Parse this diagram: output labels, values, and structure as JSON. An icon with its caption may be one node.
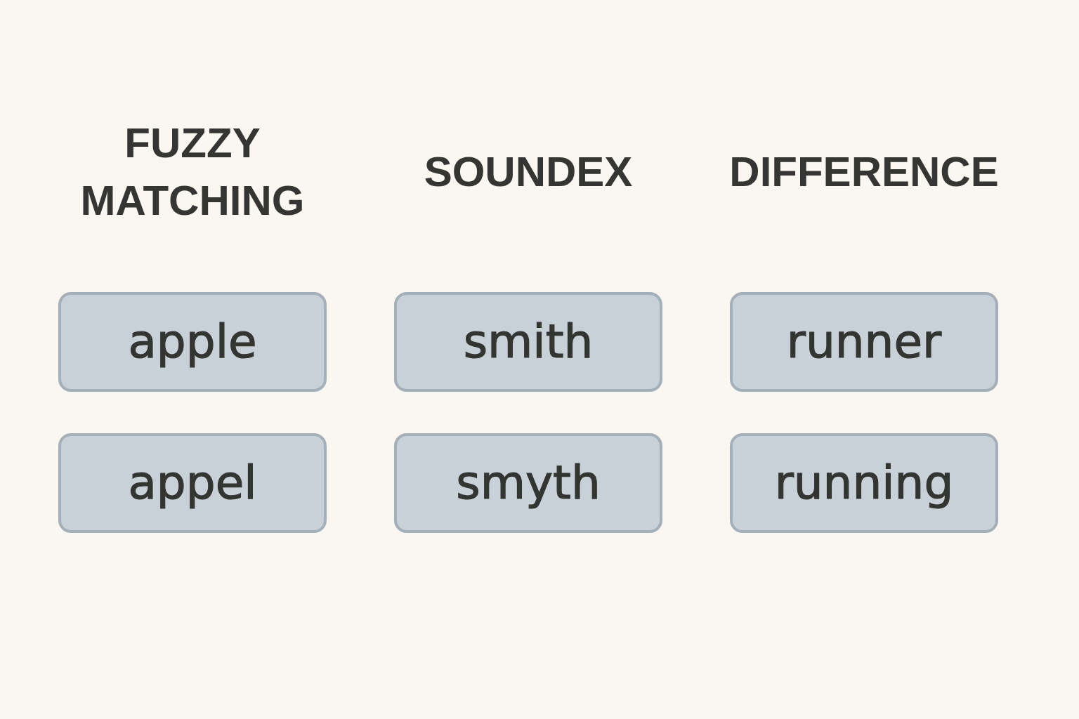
{
  "diagram": {
    "nodes": [
      {
        "text": [
          "apple"
        ]
      },
      {
        "text": [
          "smith"
        ]
      },
      {
        "text": [
          "runner"
        ]
      },
      {
        "text": [
          "appel"
        ]
      },
      {
        "text": [
          "smyth"
        ]
      },
      {
        "text": [
          "running"
        ]
      }
    ],
    "labels": [
      "FUZZY MATCHING",
      "SOUNDEX",
      "DIFFERENCE"
    ]
  }
}
